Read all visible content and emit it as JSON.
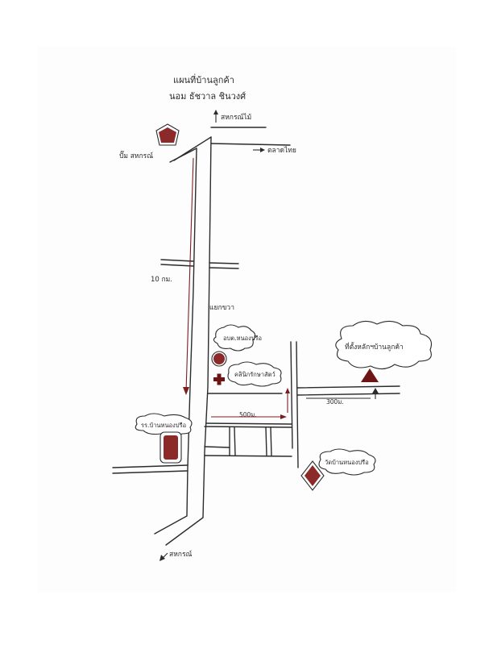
{
  "map": {
    "title_line1": "แผนที่บ้านลูกค้า",
    "title_line2": "นอม ธัชวาล ชินวงศ์",
    "labels": {
      "top_arrow": "สหกรณ์ไม้",
      "right_arrow": "ตลาดไทย",
      "pump": "ปั๊ม สหกรณ์",
      "distance_left": "10 กม.",
      "turn": "แยกขวา",
      "bubble_upper": "อบต.หนองปรือ",
      "bubble_clinic": "คลินิกรักษาสัตว์",
      "bubble_hospital": "รร.บ้านหนองปรือ",
      "distance_mid": "500ม.",
      "distance_right": "300ม.",
      "bubble_destination": "ที่ตั้งหลักฯบ้านลูกค้า",
      "bubble_temple": "วัดบ้านหนองปรือ",
      "bottom_arrow": "สหกรณ์"
    },
    "icons": {
      "pump_marker": "hatched-pentagon-icon",
      "office_marker": "hatched-circle-icon",
      "clinic_marker": "red-cross-icon",
      "school_marker": "hatched-rectangle-icon",
      "destination_marker": "red-triangle-icon",
      "temple_marker": "hatched-diamond-icon"
    },
    "colors": {
      "ink": "#2b2b2b",
      "marker_red": "#8c2a2a",
      "route_red": "#7a1f1f"
    }
  }
}
